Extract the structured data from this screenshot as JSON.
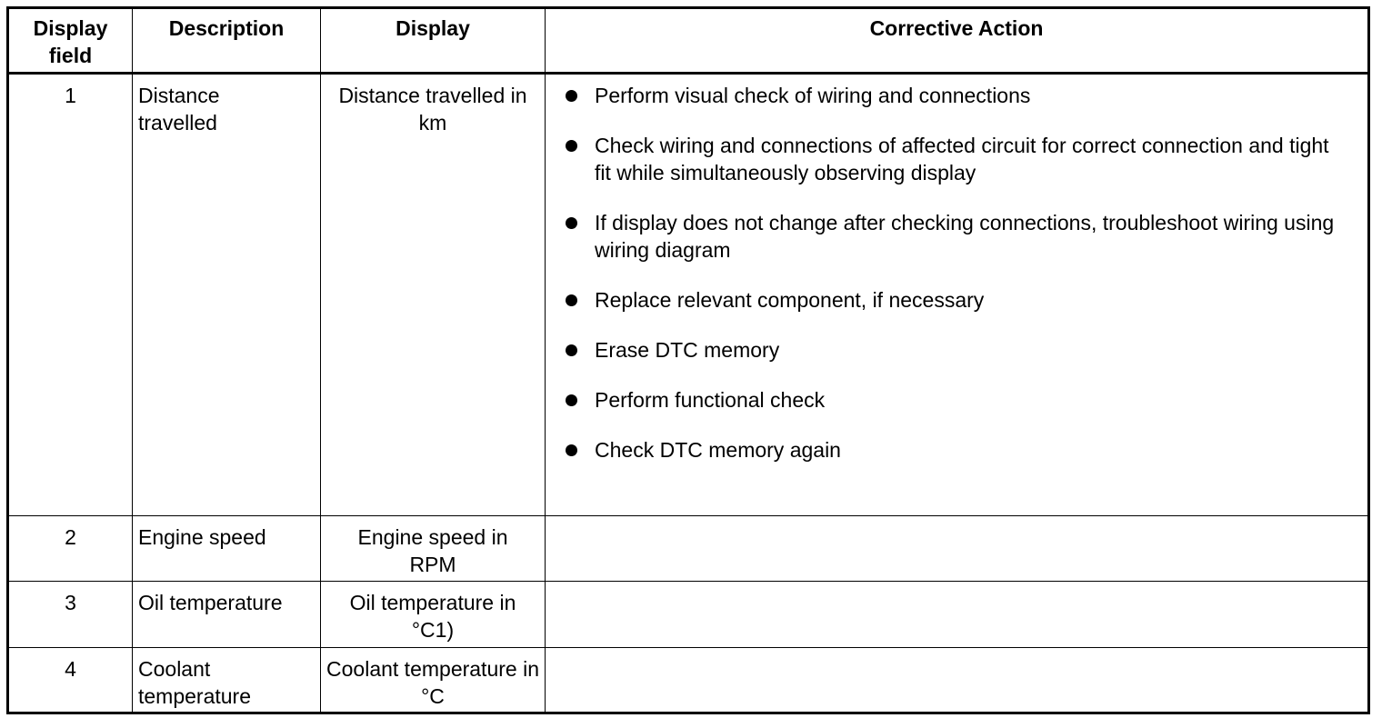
{
  "table": {
    "headers": {
      "display_field": "Display\nfield",
      "description": "Description",
      "display": "Display",
      "corrective_action": "Corrective Action"
    },
    "rows": [
      {
        "field": "1",
        "description": "Distance travelled",
        "display": "Distance travelled in km",
        "actions": [
          "Perform visual check of wiring and connections",
          "Check wiring and connections of affected circuit for correct connection and tight fit while simultaneously observing display",
          "If display does not change after checking connections, troubleshoot wiring using wiring diagram",
          "Replace relevant component, if necessary",
          "Erase DTC memory",
          "Perform functional check",
          "Check DTC memory again"
        ]
      },
      {
        "field": "2",
        "description": "Engine speed",
        "display": "Engine speed in RPM"
      },
      {
        "field": "3",
        "description": "Oil temperature",
        "display": "Oil temperature in °C1)"
      },
      {
        "field": "4",
        "description": "Coolant temperature",
        "display": "Coolant temperature in °C"
      }
    ]
  }
}
